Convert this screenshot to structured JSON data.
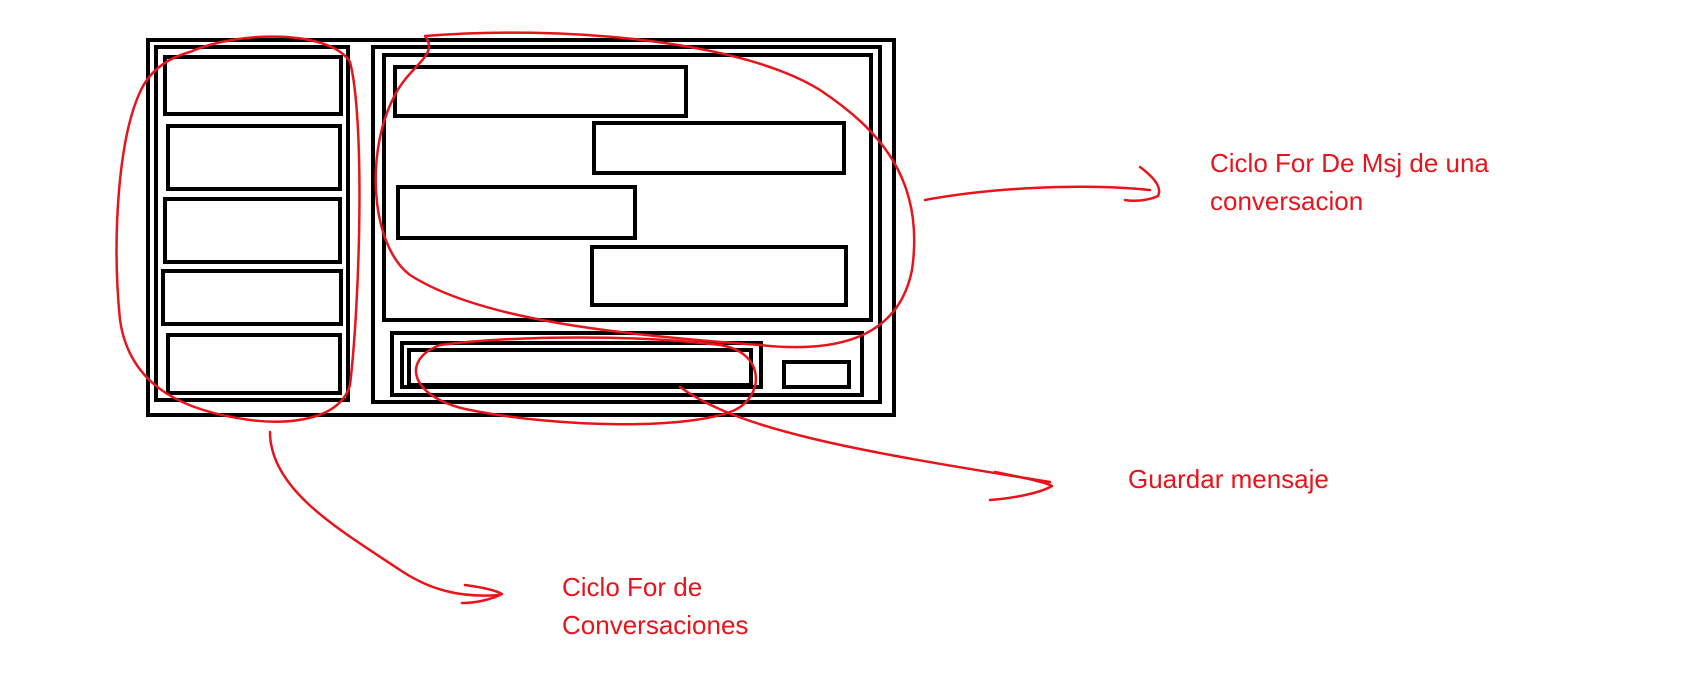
{
  "diagram": {
    "colors": {
      "wireframe": "#000000",
      "annotation": "#e8141c",
      "background": "#ffffff"
    },
    "wireframe": {
      "conversation_list_items": 5,
      "message_bubbles": [
        {
          "side": "left"
        },
        {
          "side": "right"
        },
        {
          "side": "left"
        },
        {
          "side": "right"
        }
      ],
      "composer": {
        "has_input": true,
        "has_send_button": true
      }
    },
    "annotations": {
      "messages_loop": {
        "line1": "Ciclo For De Msj de una",
        "line2": "conversacion"
      },
      "save_message": {
        "line1": "Guardar mensaje"
      },
      "conversations_loop": {
        "line1": "Ciclo For de",
        "line2": "Conversaciones"
      }
    }
  }
}
